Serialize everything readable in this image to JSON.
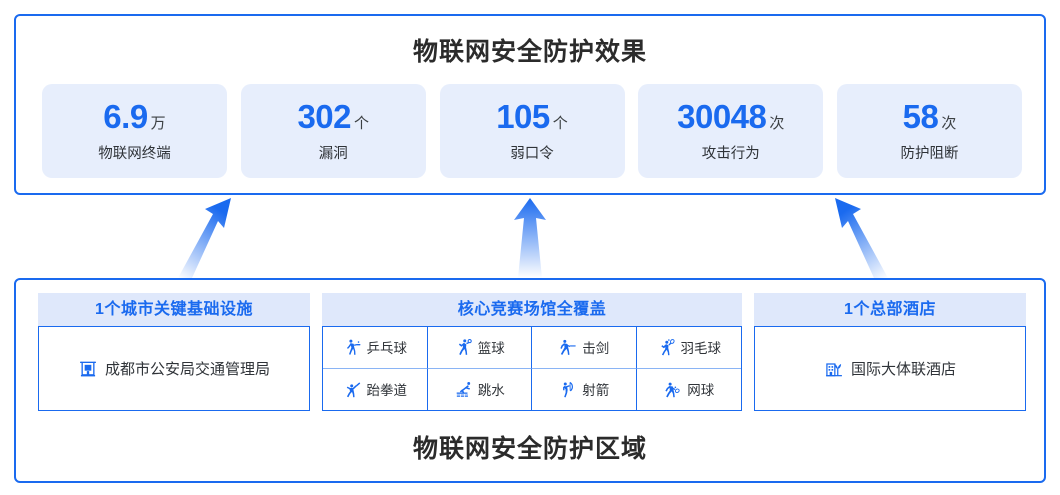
{
  "top": {
    "title": "物联网安全防护效果",
    "stats": [
      {
        "number": "6.9",
        "unit": "万",
        "label": "物联网终端"
      },
      {
        "number": "302",
        "unit": "个",
        "label": "漏洞"
      },
      {
        "number": "105",
        "unit": "个",
        "label": "弱口令"
      },
      {
        "number": "30048",
        "unit": "次",
        "label": "攻击行为"
      },
      {
        "number": "58",
        "unit": "次",
        "label": "防护阻断"
      }
    ]
  },
  "arrows": {
    "count": 3,
    "color": "#1a6aef",
    "style": "tapered-gradient-arrow-pointing-up"
  },
  "bottom": {
    "title": "物联网安全防护区域",
    "groups": [
      {
        "header": "1个城市关键基础设施",
        "items": [
          {
            "icon": "government-building-icon",
            "label": "成都市公安局交通管理局"
          }
        ]
      },
      {
        "header": "核心竞赛场馆全覆盖",
        "items": [
          {
            "icon": "table-tennis-icon",
            "label": "乒乓球"
          },
          {
            "icon": "basketball-icon",
            "label": "篮球"
          },
          {
            "icon": "fencing-icon",
            "label": "击剑"
          },
          {
            "icon": "badminton-icon",
            "label": "羽毛球"
          },
          {
            "icon": "taekwondo-icon",
            "label": "跆拳道"
          },
          {
            "icon": "diving-icon",
            "label": "跳水"
          },
          {
            "icon": "archery-icon",
            "label": "射箭"
          },
          {
            "icon": "tennis-icon",
            "label": "网球"
          }
        ]
      },
      {
        "header": "1个总部酒店",
        "items": [
          {
            "icon": "hotel-building-icon",
            "label": "国际大体联酒店"
          }
        ]
      }
    ]
  },
  "colors": {
    "accent_blue": "#1a6aef",
    "card_bg": "#e7eefc",
    "header_bg": "#dfe8fb",
    "title_text": "#2b2b2b"
  }
}
